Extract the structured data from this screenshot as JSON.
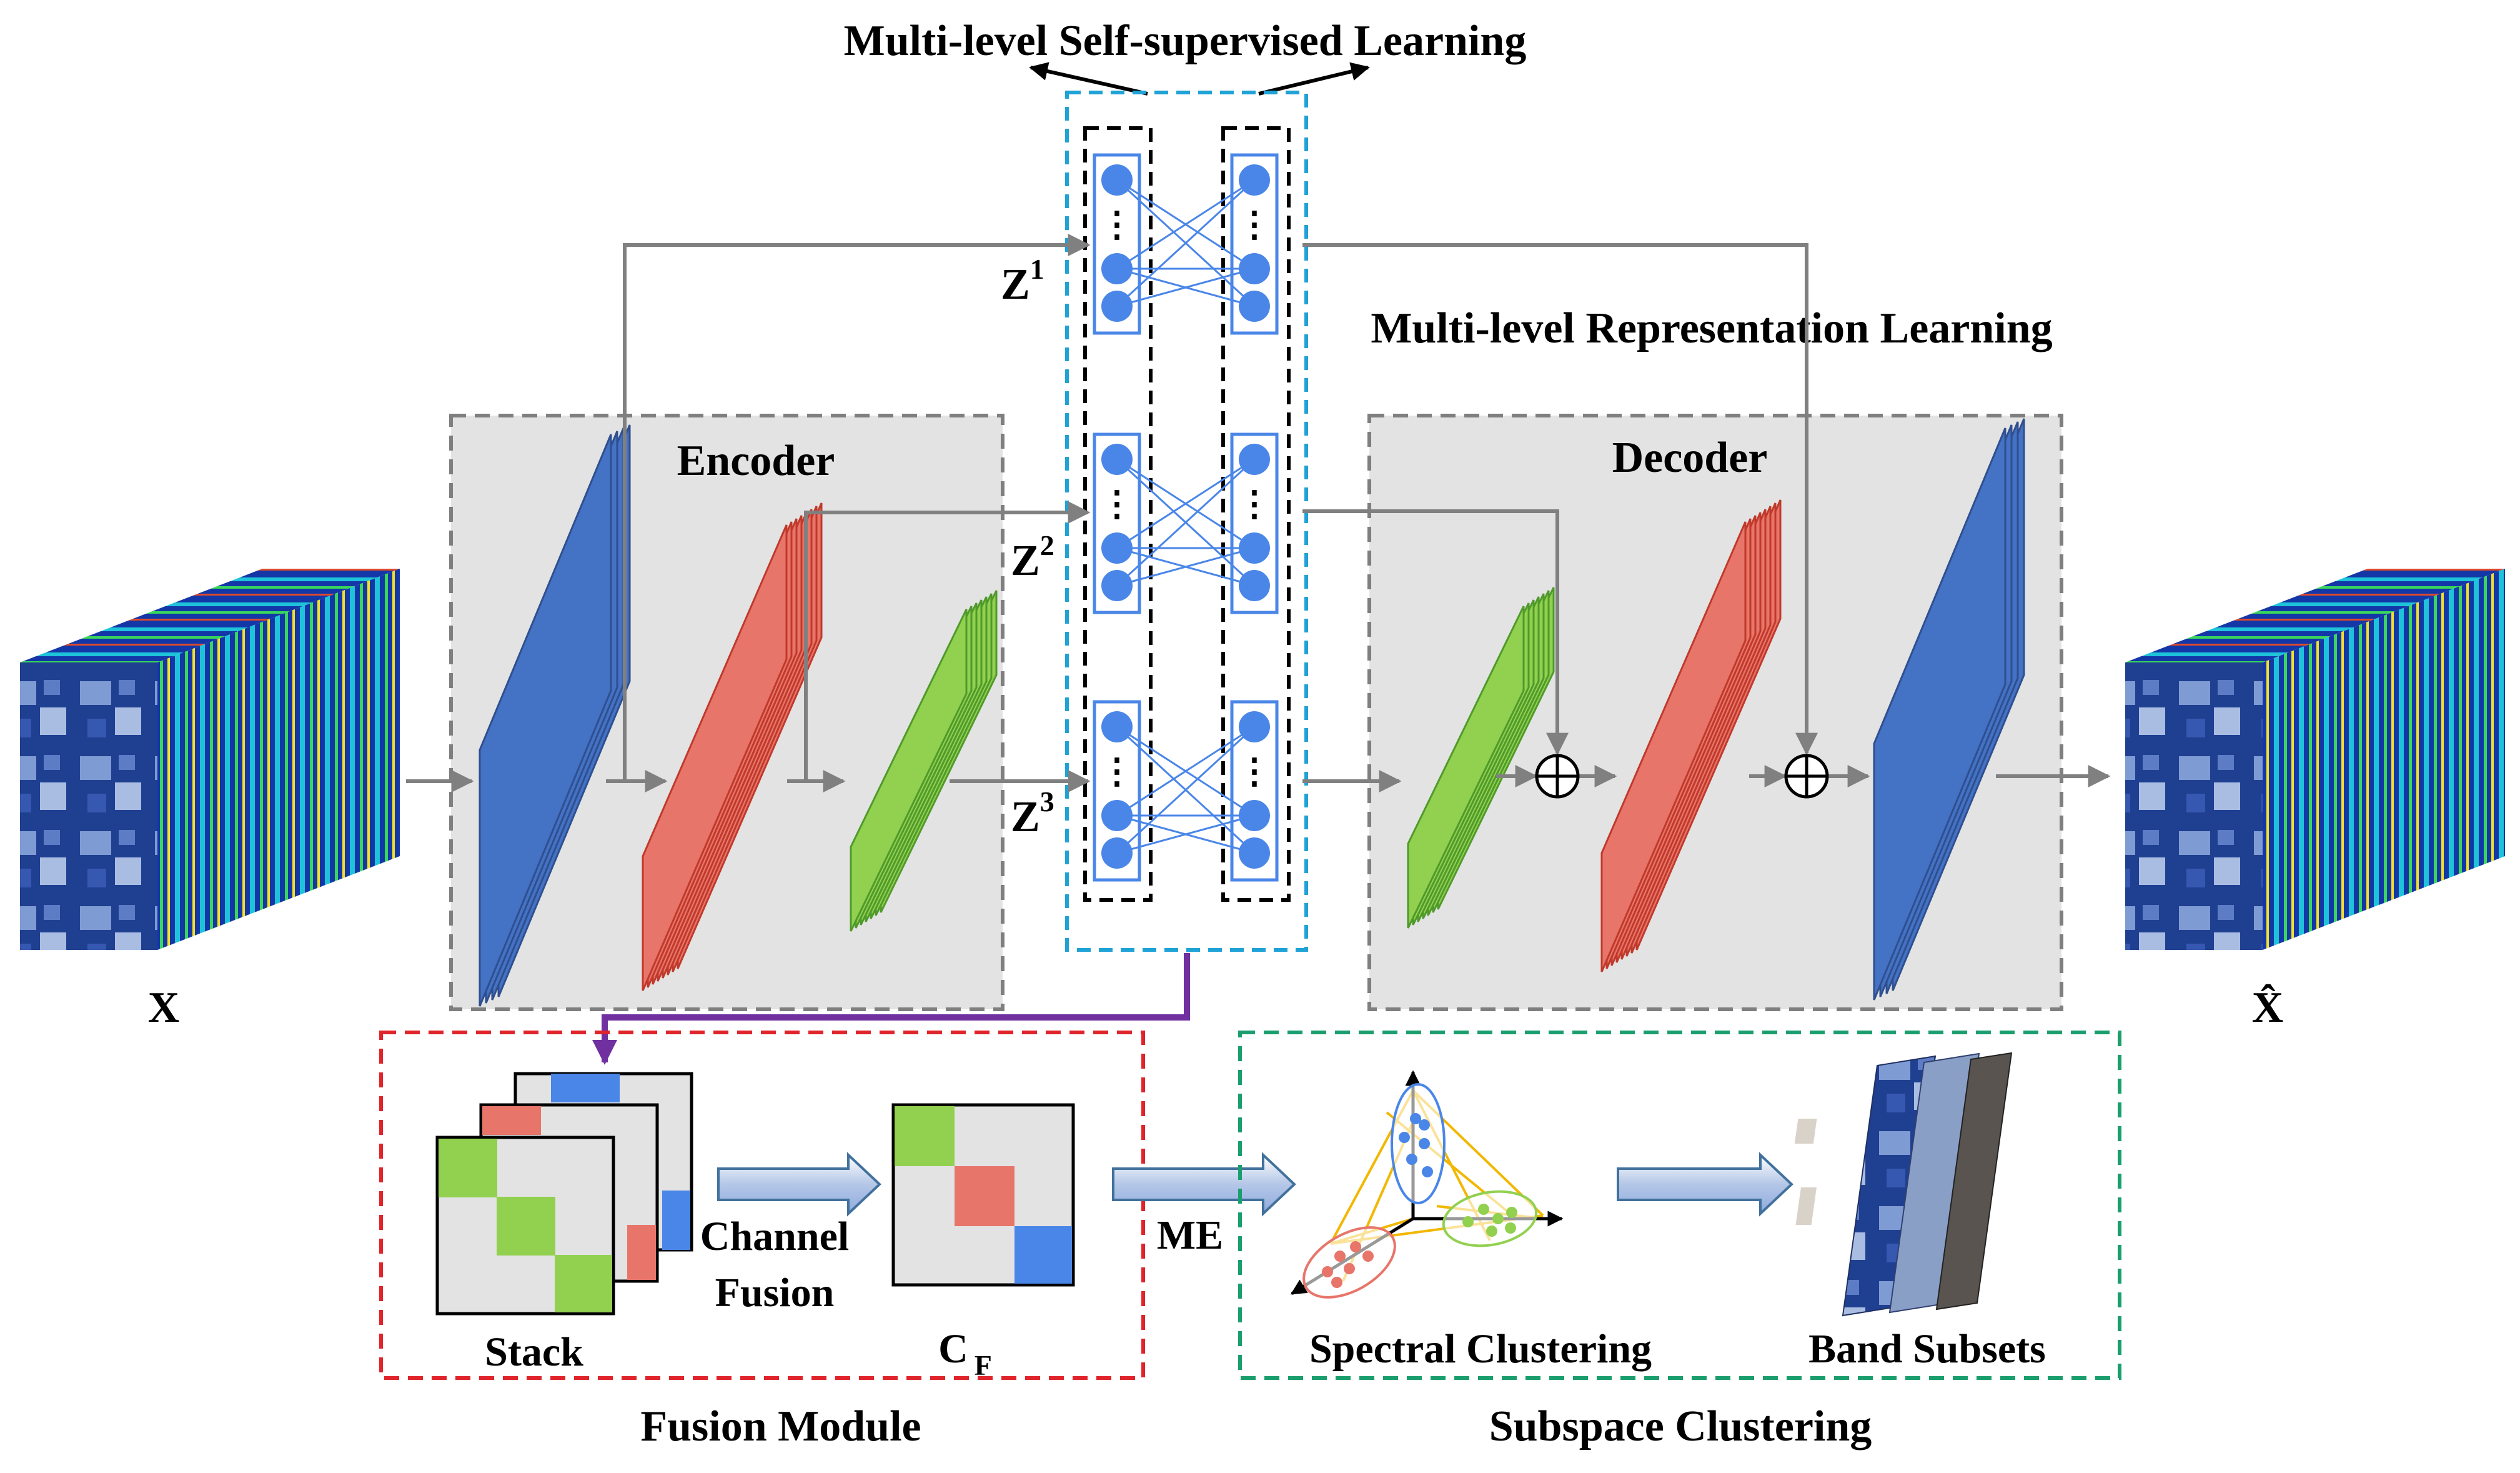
{
  "labels": {
    "self_supervised": "Multi-level Self-supervised Learning",
    "representation": "Multi-level Representation Learning",
    "encoder": "Encoder",
    "decoder": "Decoder",
    "input": "X",
    "output": "X̂",
    "z1": "Z",
    "z1_sup": "1",
    "z2": "Z",
    "z2_sup": "2",
    "z3": "Z",
    "z3_sup": "3",
    "stack": "Stack",
    "channel": "Channel",
    "fusion": "Fusion",
    "cf": "C",
    "cf_sub": "F",
    "me": "ME",
    "spectral_clustering": "Spectral Clustering",
    "band_subsets": "Band Subsets",
    "fusion_module": "Fusion Module",
    "subspace_clustering": "Subspace Clustering",
    "ellipsis": "⋮"
  },
  "colors": {
    "blue": "#4472c4",
    "red": "#e8756a",
    "green": "#92d050",
    "gray_box": "#e3e3e3",
    "arrow_gray": "#808080",
    "purple": "#7030a0",
    "cyan_dash": "#1fa2d6",
    "red_dash": "#e0242b",
    "teal_dash": "#1a9e6e",
    "node_blue": "#4a86e8",
    "yellow": "#f2b700"
  },
  "icons": [
    "plus-circle-icon",
    "block-arrow-icon",
    "hyperspectral-cube-icon",
    "axes-3d-icon"
  ]
}
